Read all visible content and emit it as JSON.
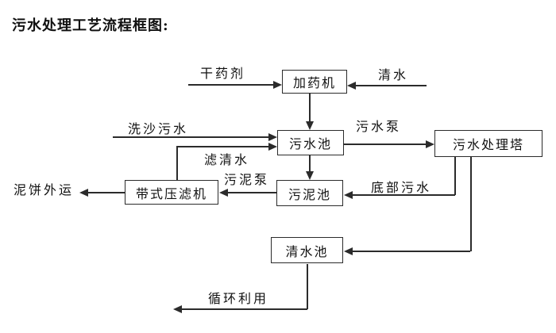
{
  "title": "污水处理工艺流程框图:",
  "nodes": {
    "dosing_machine": "加药机",
    "sewage_pool": "污水池",
    "treatment_tower": "污水处理塔",
    "sludge_pool": "污泥池",
    "belt_filter_press": "带式压滤机",
    "clean_water_pool": "清水池"
  },
  "labels": {
    "dry_agent": "干药剂",
    "clean_water": "清水",
    "sand_washing_sewage": "洗沙污水",
    "filtered_water": "滤清水",
    "sewage_pump": "污水泵",
    "sludge_pump": "污泥泵",
    "bottom_sewage": "底部污水",
    "mud_cake_out": "泥饼外运",
    "recycling": "循环利用"
  },
  "edges": [
    {
      "from": "dry_agent_source",
      "to": "dosing_machine",
      "label": "干药剂"
    },
    {
      "from": "clean_water_source",
      "to": "dosing_machine",
      "label": "清水"
    },
    {
      "from": "dosing_machine",
      "to": "sewage_pool",
      "label": ""
    },
    {
      "from": "sand_washing_source",
      "to": "sewage_pool",
      "label": "洗沙污水"
    },
    {
      "from": "belt_filter_press",
      "to": "sewage_pool",
      "label": "滤清水"
    },
    {
      "from": "sewage_pool",
      "to": "treatment_tower",
      "label": "污水泵"
    },
    {
      "from": "sewage_pool",
      "to": "sludge_pool",
      "label": ""
    },
    {
      "from": "treatment_tower",
      "to": "sludge_pool",
      "label": "底部污水"
    },
    {
      "from": "sludge_pool",
      "to": "belt_filter_press",
      "label": "污泥泵"
    },
    {
      "from": "belt_filter_press",
      "to": "mud_cake_outlet",
      "label": "泥饼外运"
    },
    {
      "from": "treatment_tower",
      "to": "clean_water_pool",
      "label": ""
    },
    {
      "from": "clean_water_pool",
      "to": "recycling_outlet",
      "label": "循环利用"
    }
  ],
  "colors": {
    "line": "#2b2b2b",
    "text": "#111111",
    "background": "#ffffff"
  }
}
